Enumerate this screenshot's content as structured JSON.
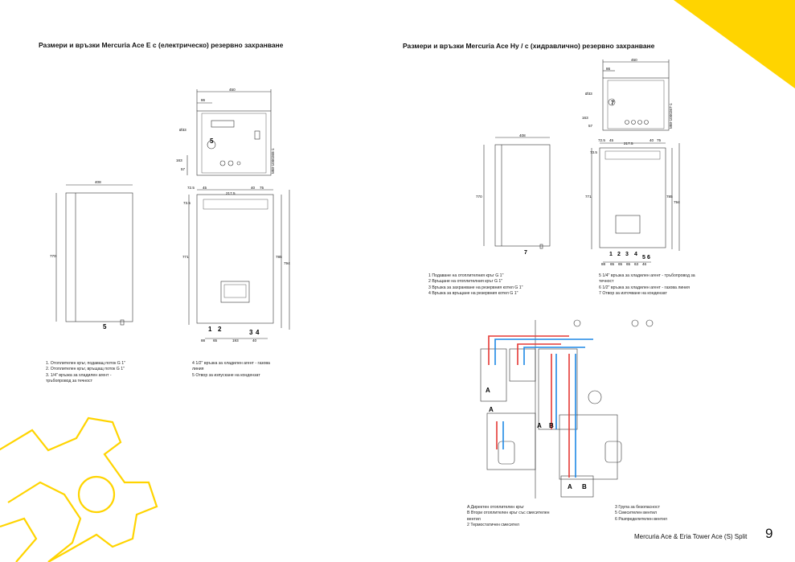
{
  "left": {
    "heading": "Размери и връзки Mercuria Ace E с (електрическо) резервно захранване",
    "top_view": {
      "width_dim": "450",
      "offset_dim": "86",
      "diameter": "Ø33",
      "label": "5",
      "dim_163": "163",
      "dim_57": "57",
      "code": "MW-1000265-1"
    },
    "side_view": {
      "width_dim": "408",
      "height_dim": "770",
      "label": "5"
    },
    "front_view": {
      "dims_top": [
        "72.5",
        "45",
        "217.5",
        "40",
        "75"
      ],
      "dim_73_5": "73.5",
      "height_771": "771",
      "height_785": "785",
      "height_794": "794",
      "labels_bottom": [
        "1",
        "2",
        "3",
        "4"
      ],
      "dims_bottom": [
        "88",
        "65",
        "193",
        "40"
      ]
    },
    "legend_left": [
      "1. Отоплителен кръг, подаващ поток G 1\"",
      "2. Отоплителен кръг, връщащ поток G 1\"",
      "3. 1/4\" връзка за хладилен агент -",
      "тръбопровод за течност"
    ],
    "legend_right": [
      "4 1/2\" връзка за хладилен агент - газова",
      "линия",
      "5 Отвор за изпускане на кондензат"
    ]
  },
  "right": {
    "heading": "Размери и връзки Mercuria Ace Hy / с (хидравлично) резервно захранване",
    "top_view": {
      "width_dim": "450",
      "offset_dim": "86",
      "diameter": "Ø33",
      "label": "7",
      "dim_163": "163",
      "dim_57": "57",
      "code": "MW-1000267-1"
    },
    "side_view": {
      "width_dim": "408",
      "height_dim": "770",
      "label": "7"
    },
    "front_view": {
      "dims_top": [
        "72.5",
        "45",
        "217.5",
        "40",
        "75"
      ],
      "dim_73_5": "73.5",
      "height_771": "771",
      "height_785": "785",
      "height_794": "794",
      "labels_bottom": [
        "1",
        "2",
        "3",
        "4",
        "5",
        "6"
      ],
      "dims_bottom": [
        "88",
        "65",
        "65",
        "65",
        "63",
        "46"
      ]
    },
    "legend_left": [
      "1 Подаване на отоплителния кръг G 1\"",
      "2 Връщане на отоплителния кръг G 1\"",
      "3 Връзка за захранване на резервния котел G 1\"",
      "4 Връзка за връщане на резервния котел G 1\""
    ],
    "legend_right": [
      "5 1/4\" връзка за хладилен агент - тръбопровод за",
      "течност",
      "6 1/2\" връзка за хладилен агент - газова линия",
      "7 Отвор за източване на кондензат"
    ],
    "schema_labels": [
      "A",
      "A",
      "A",
      "B",
      "A",
      "B"
    ],
    "schema_legend_left": [
      "A  Директен отоплителен кръг",
      "B  Втори отоплителен кръг със смесителен",
      "вентил",
      "2  Термостатичен смесител"
    ],
    "schema_legend_right": [
      "3  Група за безопасност",
      "5  Смесителен вентил",
      "6  Разпределителен вентил"
    ]
  },
  "footer": {
    "title": "Mercuria Ace & Eria Tower Ace (S) Split",
    "page": "9"
  },
  "colors": {
    "accent_yellow": "#FFD400",
    "pipe_red": "#E53935",
    "pipe_blue": "#1E88E5",
    "line": "#333333"
  }
}
